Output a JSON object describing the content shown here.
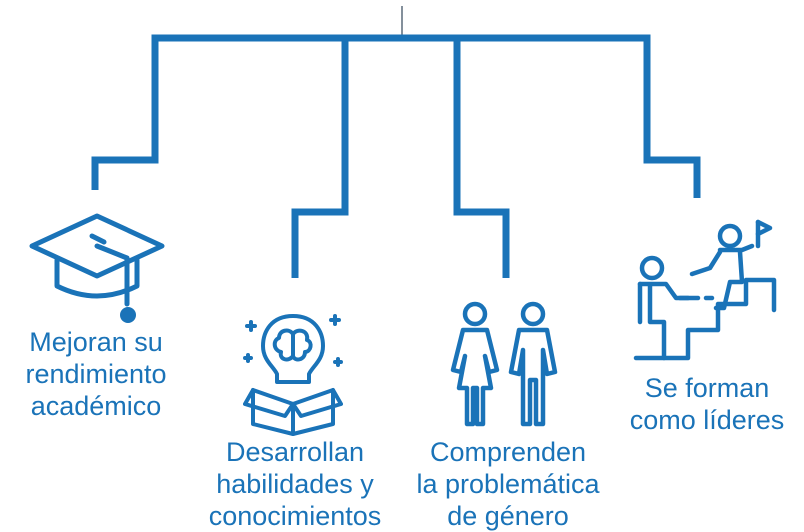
{
  "colors": {
    "primary": "#1a73b8",
    "connector": "#5a6b7a"
  },
  "items": [
    {
      "icon": "graduation-cap-icon",
      "lines": [
        "Mejoran su",
        "rendimiento",
        "académico"
      ]
    },
    {
      "icon": "brain-bulb-box-icon",
      "lines": [
        "Desarrollan",
        "habilidades y",
        "conocimientos"
      ]
    },
    {
      "icon": "couple-icon",
      "lines": [
        "Comprenden",
        "la problemática",
        "de género"
      ]
    },
    {
      "icon": "leadership-stairs-icon",
      "lines": [
        "Se forman",
        "como líderes"
      ]
    }
  ]
}
